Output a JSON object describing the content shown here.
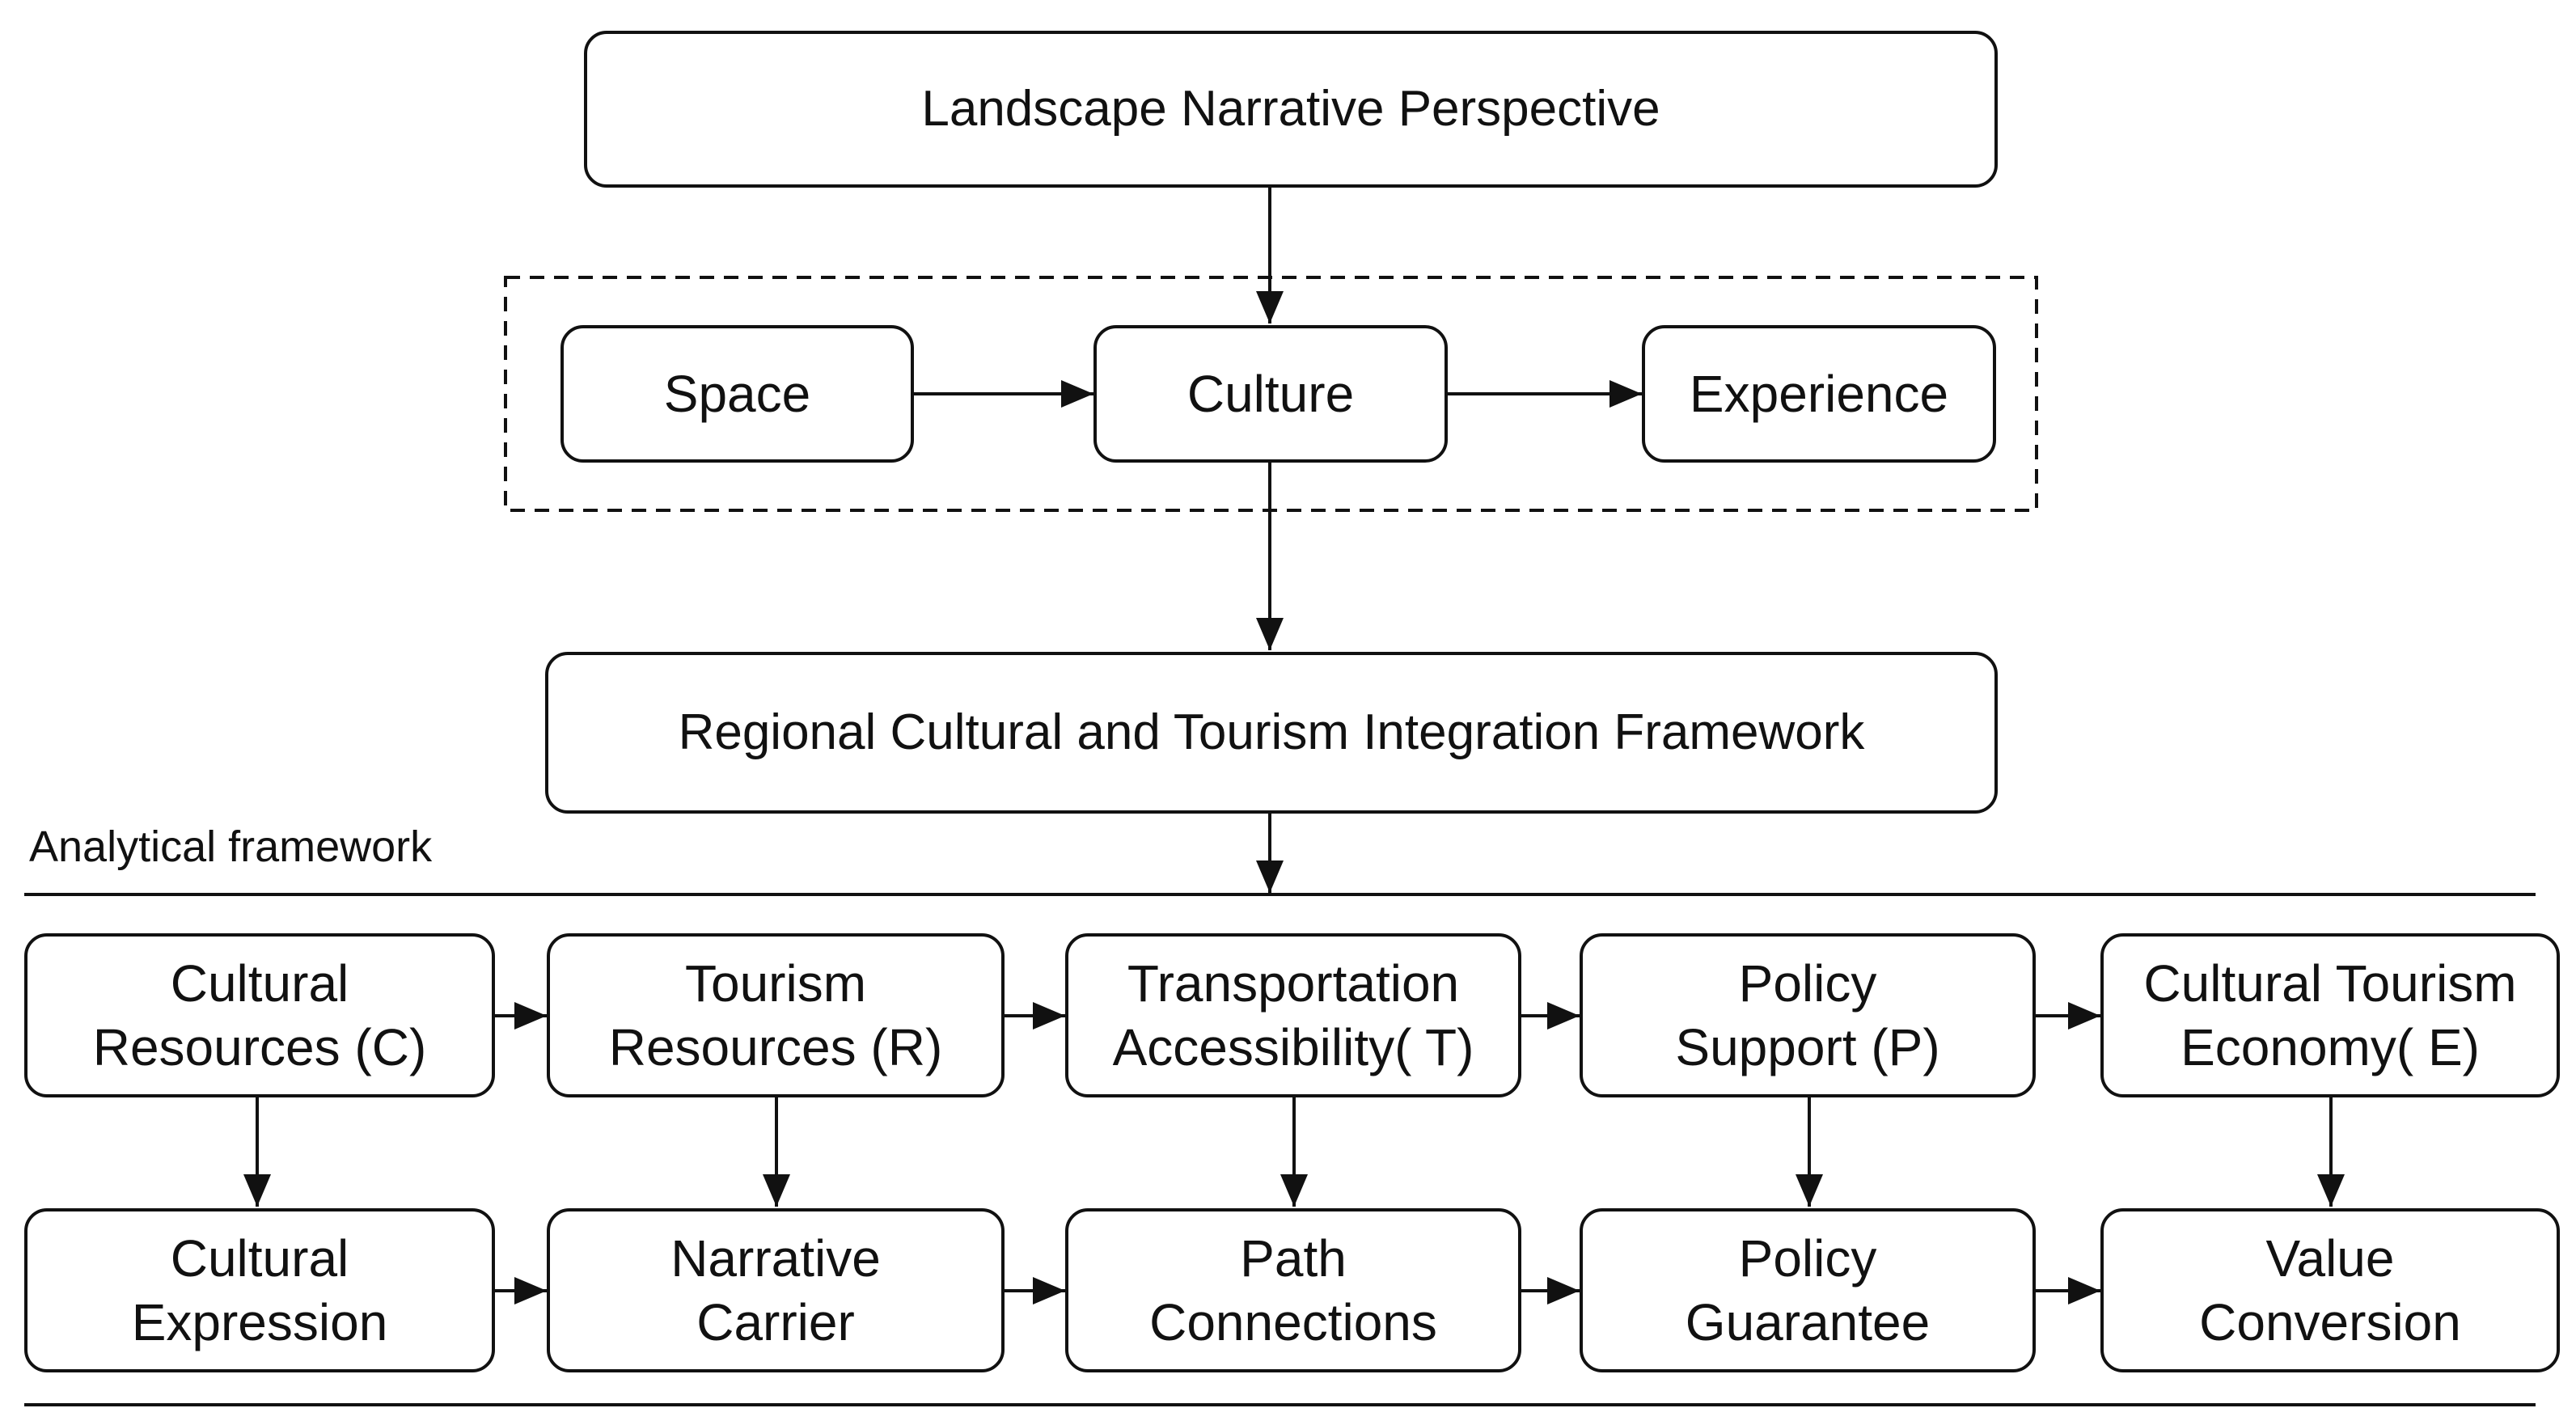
{
  "top": {
    "title": "Landscape Narrative Perspective"
  },
  "dimensions": {
    "space": "Space",
    "culture": "Culture",
    "experience": "Experience"
  },
  "framework": {
    "title": "Regional Cultural and Tourism Integration Framework"
  },
  "analytical": {
    "label": "Analytical framework"
  },
  "row1": [
    {
      "line1": "Cultural",
      "line2": "Resources (C)"
    },
    {
      "line1": "Tourism",
      "line2": "Resources (R)"
    },
    {
      "line1": "Transportation",
      "line2": "Accessibility( T)"
    },
    {
      "line1": "Policy",
      "line2": "Support (P)"
    },
    {
      "line1": "Cultural Tourism",
      "line2": "Economy( E)"
    }
  ],
  "row2": [
    {
      "line1": "Cultural",
      "line2": "Expression"
    },
    {
      "line1": "Narrative",
      "line2": "Carrier"
    },
    {
      "line1": "Path",
      "line2": "Connections"
    },
    {
      "line1": "Policy",
      "line2": "Guarantee"
    },
    {
      "line1": "Value",
      "line2": "Conversion"
    }
  ]
}
